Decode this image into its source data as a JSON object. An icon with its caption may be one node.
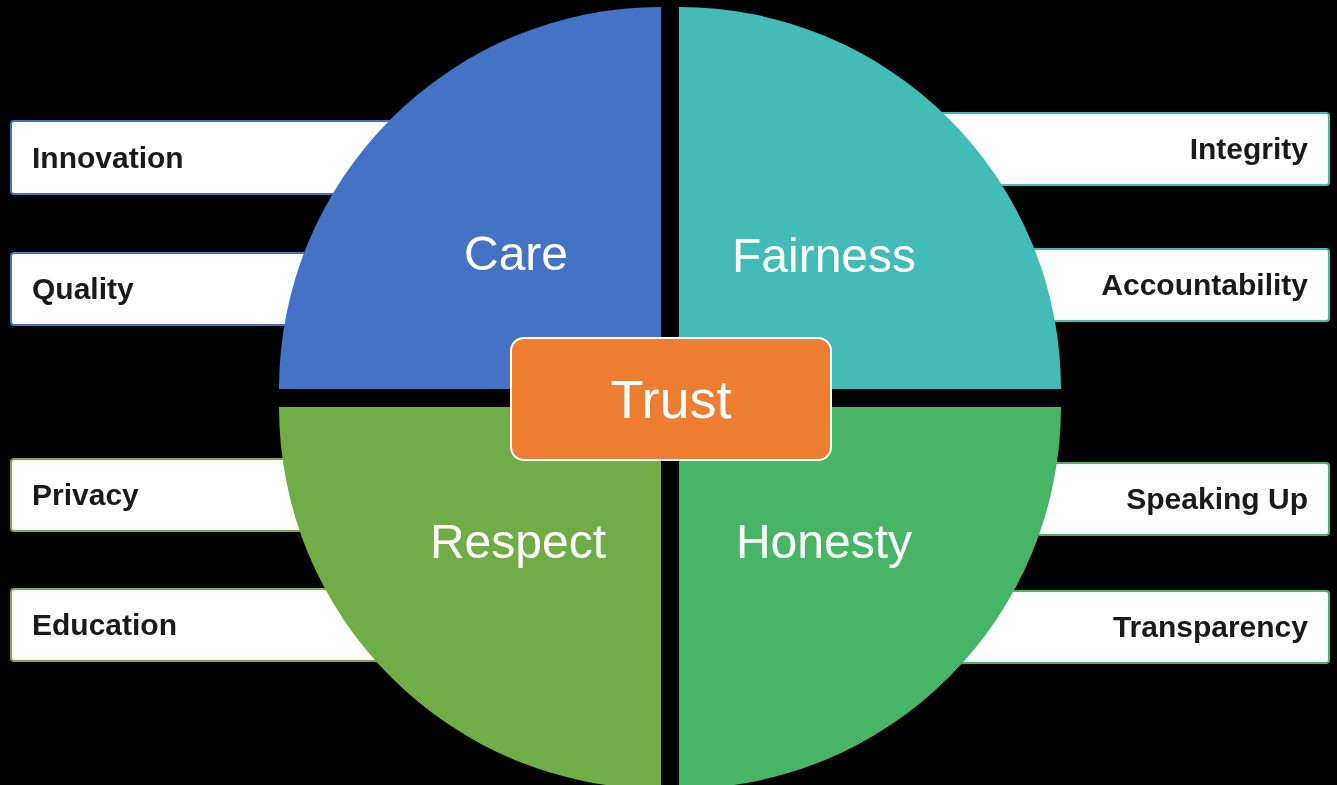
{
  "diagram": {
    "nodes": [
      {
        "text": [
          "Care"
        ]
      },
      {
        "text": [
          "Fairness"
        ]
      },
      {
        "text": [
          "Respect"
        ]
      },
      {
        "text": [
          "Honesty"
        ]
      },
      {
        "text": [
          "Trust"
        ]
      },
      {
        "text": [
          "Innovation"
        ]
      },
      {
        "text": [
          "Quality"
        ]
      },
      {
        "text": [
          "Privacy"
        ]
      },
      {
        "text": [
          "Education"
        ]
      },
      {
        "text": [
          "Integrity"
        ]
      },
      {
        "text": [
          "Accountability"
        ]
      },
      {
        "text": [
          "Speaking Up"
        ]
      },
      {
        "text": [
          "Transparency"
        ]
      }
    ]
  }
}
